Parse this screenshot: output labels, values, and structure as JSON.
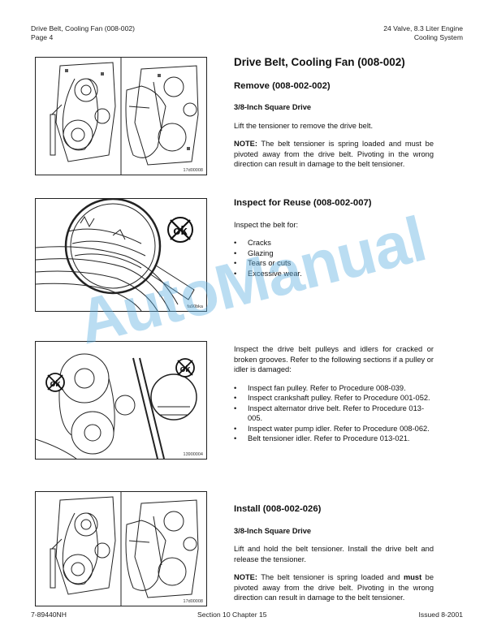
{
  "header": {
    "left_line1": "Drive Belt, Cooling Fan (008-002)",
    "left_line2": "Page 4",
    "right_line1": "24 Valve, 8.3 Liter Engine",
    "right_line2": "Cooling System"
  },
  "footer": {
    "left": "7-89440NH",
    "center": "Section 10 Chapter 15",
    "right": "Issued 8-2001"
  },
  "figures": {
    "fig1_code": "17d00008",
    "fig2_code": "fa90bka",
    "fig3_code": "13900004",
    "fig4_code": "17d00008"
  },
  "section_main": {
    "title": "Drive Belt, Cooling Fan (008-002)"
  },
  "remove": {
    "heading": "Remove (008-002-002)",
    "subheading": "3/8-Inch Square Drive",
    "para": "Lift the tensioner to remove the drive belt.",
    "note_label": "NOTE:",
    "note_text": " The belt tensioner is spring loaded and must be pivoted away from the drive belt. Pivoting in the wrong direction can result in damage to the belt tensioner."
  },
  "inspect": {
    "heading": "Inspect for Reuse (008-002-007)",
    "intro": "Inspect the belt for:",
    "items": [
      "Cracks",
      "Glazing",
      "Tears or cuts",
      "Excessive wear."
    ],
    "para2": "Inspect the drive belt pulleys and idlers for cracked or broken grooves. Refer to the following sections if a pulley or idler is damaged:",
    "items2": [
      "Inspect fan pulley. Refer to Procedure 008-039.",
      "Inspect crankshaft pulley. Refer to Procedure 001-052.",
      "Inspect alternator drive belt. Refer to Procedure 013-005.",
      "Inspect water pump idler. Refer to Procedure 008-062.",
      "Belt tensioner idler. Refer to Procedure 013-021."
    ]
  },
  "install": {
    "heading": "Install (008-002-026)",
    "subheading": "3/8-Inch Square Drive",
    "para": "Lift and hold the belt tensioner. Install the drive belt and release the tensioner.",
    "note_label": "NOTE:",
    "note_mid1": " The belt tensioner is spring loaded and ",
    "note_bold": "must",
    "note_mid2": " be pivoted away from the drive belt. Pivoting in the wrong direction can result in damage to the belt tensioner."
  },
  "watermark": {
    "text": "AutoManual",
    "color": "#5aafe1"
  }
}
